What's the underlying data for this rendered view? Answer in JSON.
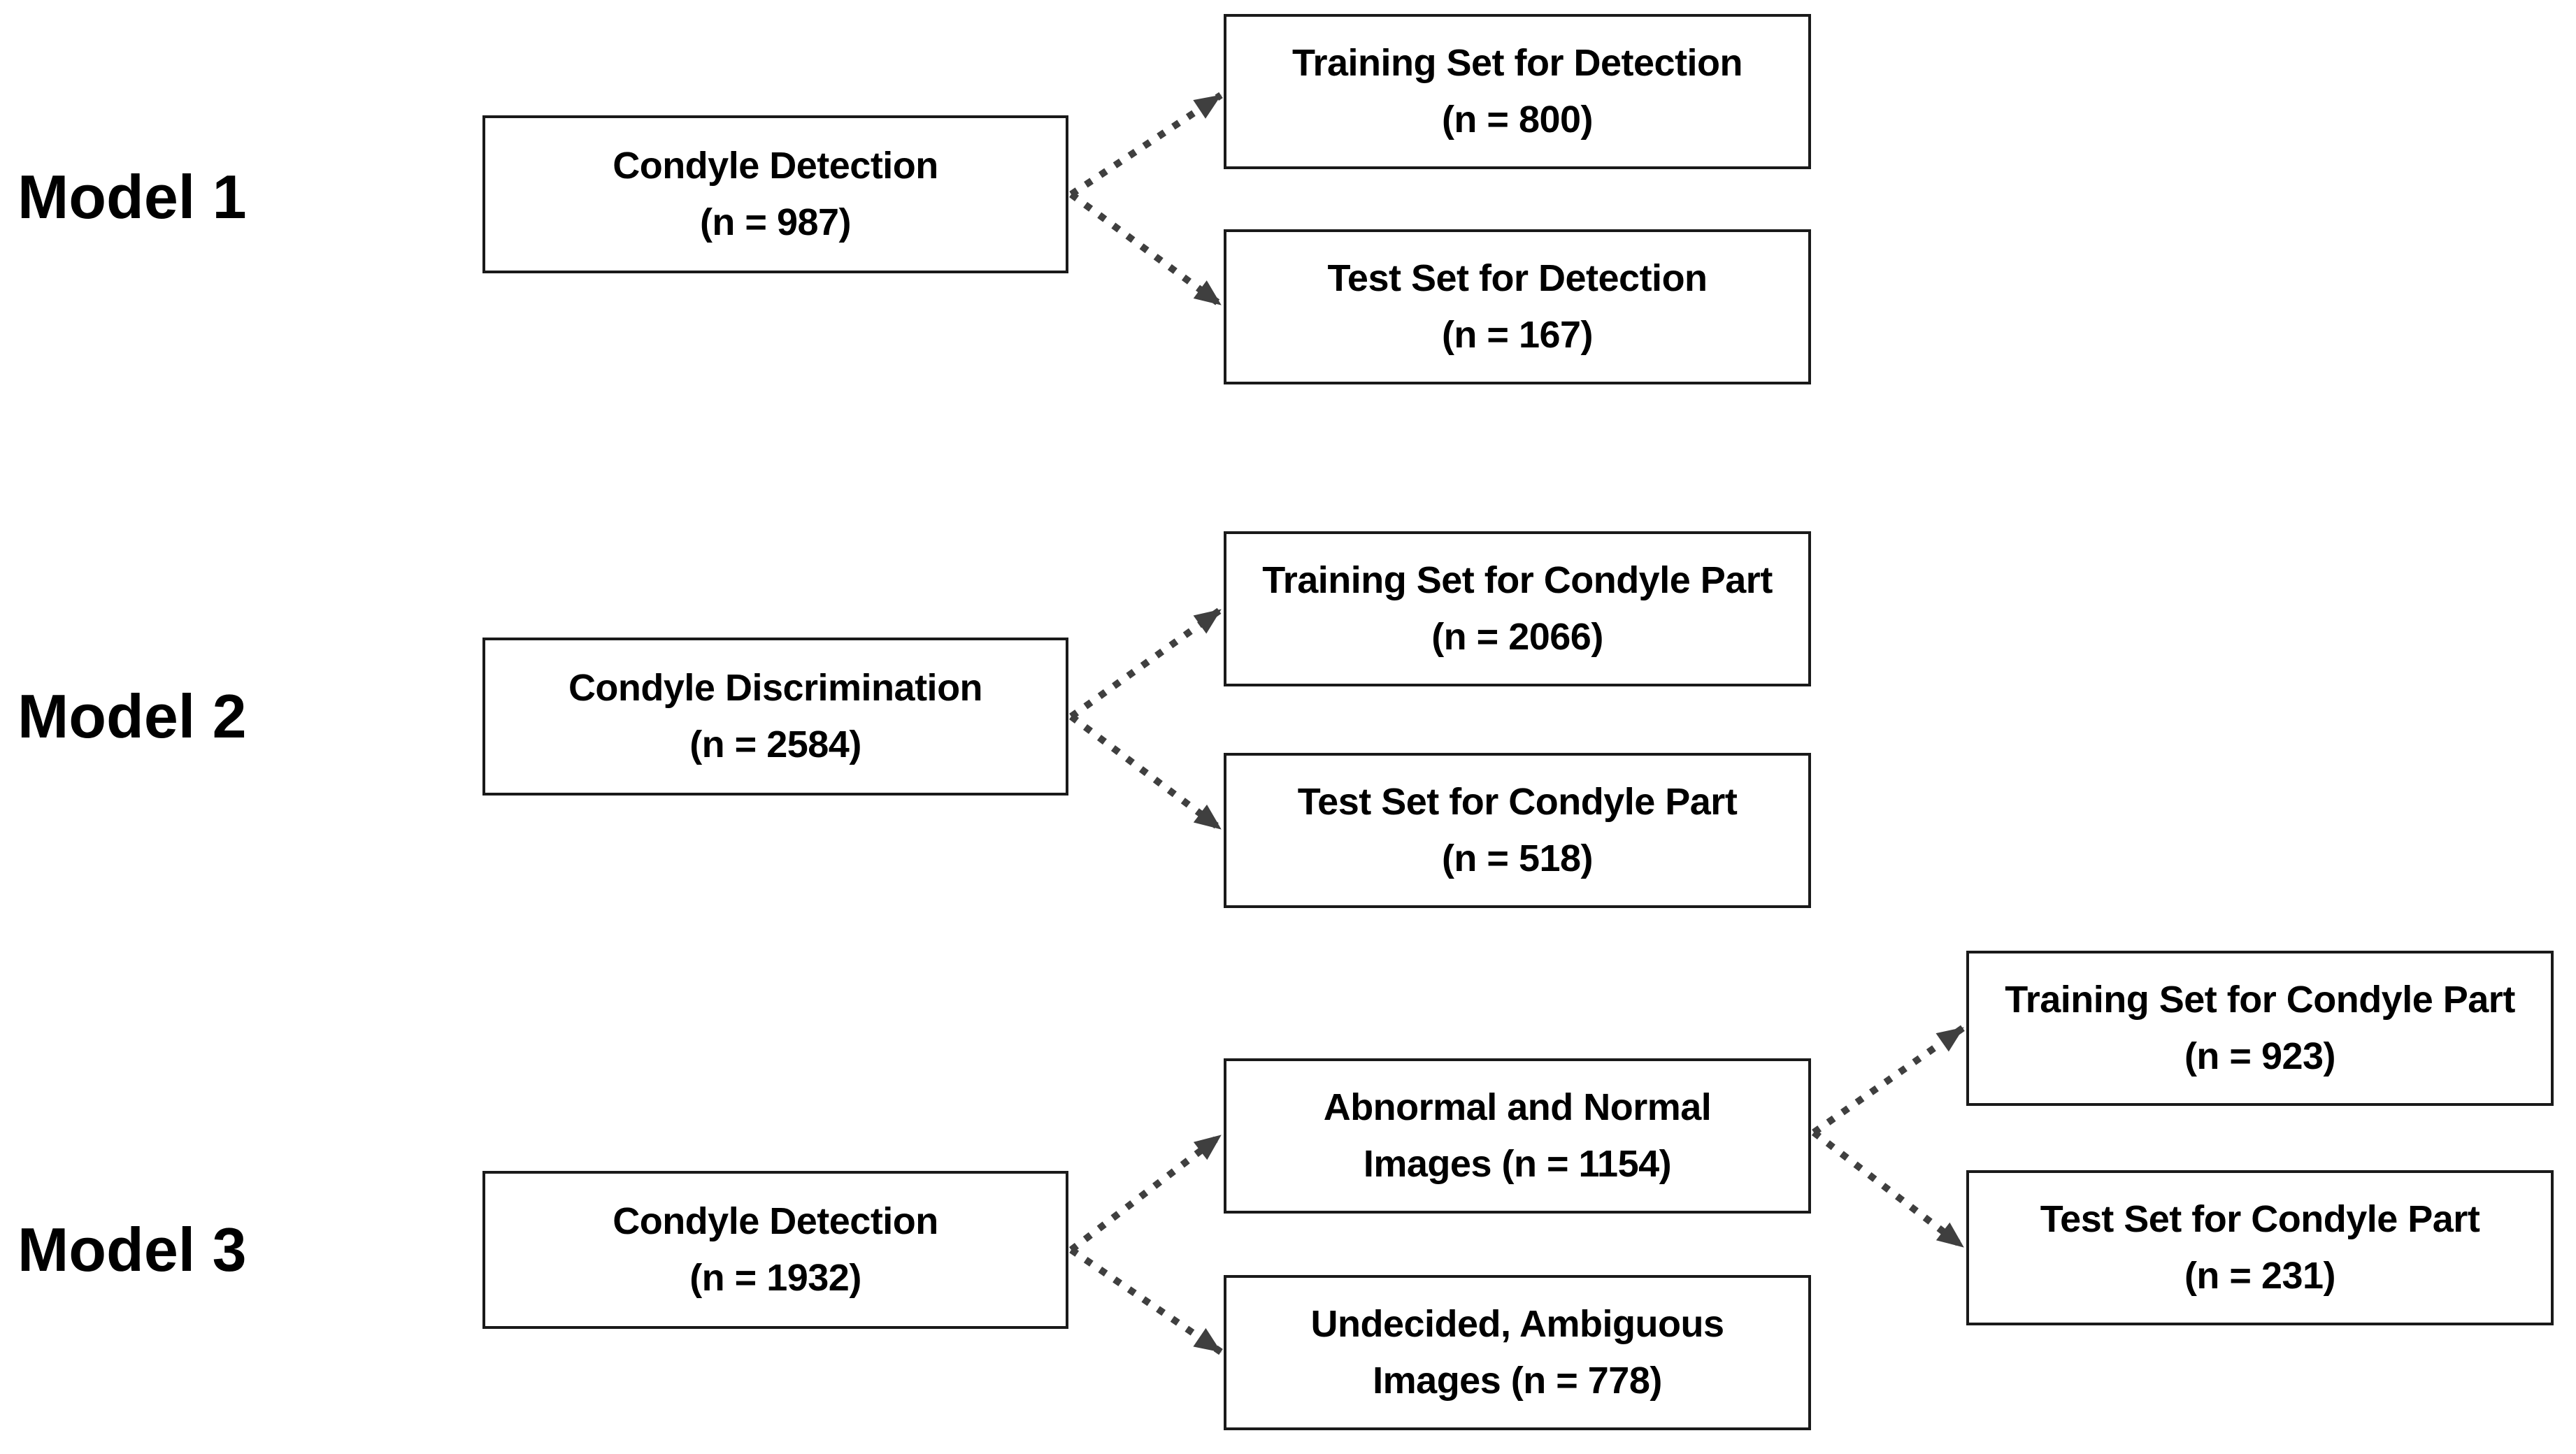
{
  "colors": {
    "background": "#ffffff",
    "box_border": "#1a1a1a",
    "text": "#000000",
    "arrow": "#3f3f3f"
  },
  "labels": {
    "model1": "Model 1",
    "model2": "Model 2",
    "model3": "Model 3"
  },
  "nodes": {
    "m1_source": {
      "line1": "Condyle Detection",
      "line2": "(n = 987)"
    },
    "m1_train": {
      "line1": "Training Set for Detection",
      "line2": "(n = 800)"
    },
    "m1_test": {
      "line1": "Test Set for Detection",
      "line2": "(n = 167)"
    },
    "m2_source": {
      "line1": "Condyle Discrimination",
      "line2": "(n = 2584)"
    },
    "m2_train": {
      "line1": "Training Set for Condyle Part",
      "line2": "(n = 2066)"
    },
    "m2_test": {
      "line1": "Test Set for Condyle Part",
      "line2": "(n = 518)"
    },
    "m3_source": {
      "line1": "Condyle Detection",
      "line2": "(n = 1932)"
    },
    "m3_abnormal": {
      "line1": "Abnormal and Normal",
      "line2": "Images (n = 1154)"
    },
    "m3_undecided": {
      "line1": "Undecided, Ambiguous",
      "line2": "Images (n = 778)"
    },
    "m3_train": {
      "line1": "Training Set for Condyle Part",
      "line2": "(n = 923)"
    },
    "m3_test": {
      "line1": "Test Set for Condyle Part",
      "line2": "(n = 231)"
    }
  }
}
